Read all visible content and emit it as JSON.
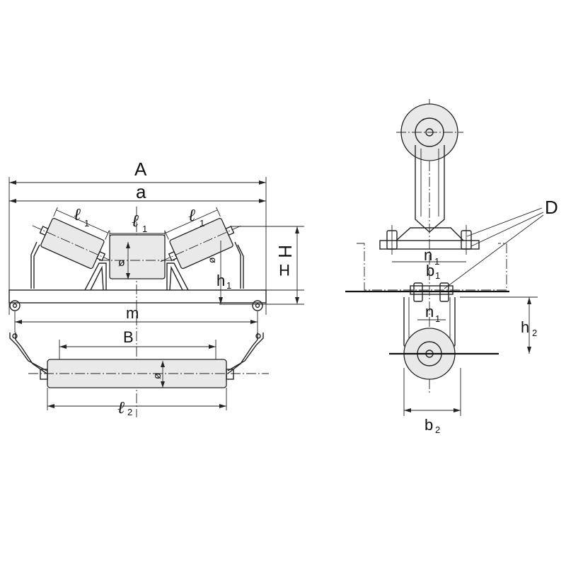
{
  "labels": {
    "A": "A",
    "a": "a",
    "l1_left": "ℓ",
    "l1_left_sub": "1",
    "l1_mid": "ℓ",
    "l1_mid_sub": "1",
    "l1_right": "ℓ",
    "l1_right_sub": "1",
    "H": "H",
    "H_rot": "H",
    "h1": "h",
    "h1_sub": "1",
    "m": "m",
    "B": "B",
    "l2": "ℓ",
    "l2_sub": "2",
    "D": "D",
    "n1_top": "n",
    "n1_top_sub": "1",
    "b1": "b",
    "b1_sub": "1",
    "n1_low": "n",
    "n1_low_sub": "1",
    "h2": "h",
    "h2_sub": "2",
    "b2": "b",
    "b2_sub": "2"
  }
}
